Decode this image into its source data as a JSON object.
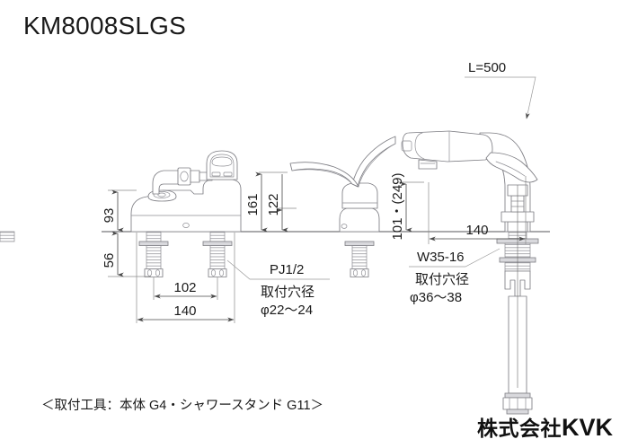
{
  "title": "KM8008SLGS",
  "footer": {
    "mounting_tool_note": "＜取付工具：本体 G4・シャワースタンド G11＞",
    "company_jp": "株式会社",
    "company_latin": "KVK"
  },
  "dimensions": {
    "height_above_counter_left": "93",
    "depth_below_counter_left": "56",
    "hole_spacing_inner": "102",
    "hole_spacing_outer": "140",
    "lever_total_height": "161",
    "lever_spout_height": "122",
    "shower_height": "101・(249)",
    "shower_reach": "140",
    "hose_length": "L=500"
  },
  "callouts": {
    "left_thread_spec": "PJ1/2",
    "left_hole_label": "取付穴径",
    "left_hole_size": "φ22〜24",
    "right_thread_spec": "W35-16",
    "right_hole_label": "取付穴径",
    "right_hole_size": "φ36〜38"
  },
  "colors": {
    "line": "#7d7d83",
    "dimension": "#4a4a4a",
    "text": "#1a1a1a",
    "fill_grey": "#d9d9dd",
    "background": "#ffffff"
  }
}
